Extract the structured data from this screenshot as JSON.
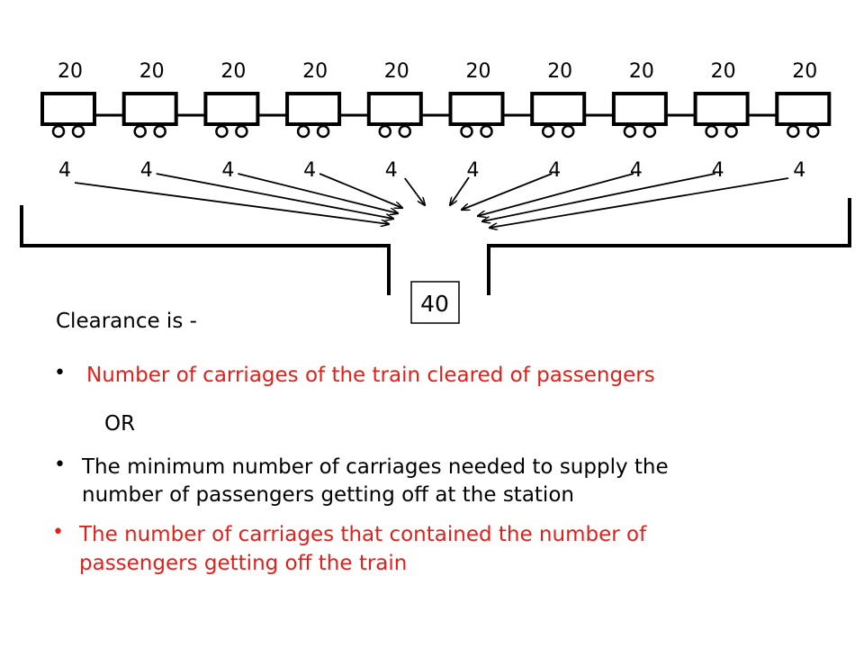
{
  "diagram": {
    "carriage_capacity_labels": [
      "20",
      "20",
      "20",
      "20",
      "20",
      "20",
      "20",
      "20",
      "20",
      "20"
    ],
    "alighting_labels": [
      "4",
      "4",
      "4",
      "4",
      "4",
      "4",
      "4",
      "4",
      "4",
      "4"
    ],
    "total_label": "40"
  },
  "text": {
    "heading": "Clearance is -",
    "bullet_1": "Number of carriages of the train cleared of passengers",
    "or": "OR",
    "bullet_2_line_1": "The minimum number of carriages needed to supply the",
    "bullet_2_line_2": "number of passengers getting off at the station",
    "bullet_3_line_1": "The number of carriages that contained the number of",
    "bullet_3_line_2": "passengers getting off the train"
  },
  "colors": {
    "black": "#000000",
    "red": "#e0201b"
  }
}
